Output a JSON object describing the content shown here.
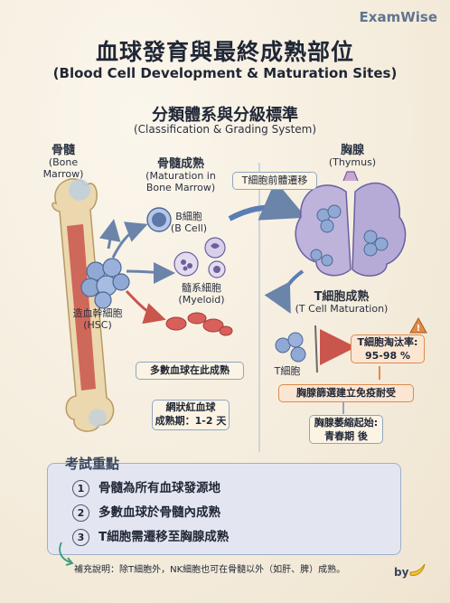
{
  "brand": "ExamWise",
  "title_zh": "血球發育與最終成熟部位",
  "title_en": "(Blood Cell Development & Maturation Sites)",
  "subtitle_zh": "分類體系與分級標準",
  "subtitle_en": "(Classification & Grading System)",
  "bone_marrow": {
    "zh": "骨髓",
    "en": "(Bone Marrow)"
  },
  "maturation_bm": {
    "zh": "骨髓成熟",
    "en1": "(Maturation in",
    "en2": "Bone Marrow)"
  },
  "thymus": {
    "zh": "胸腺",
    "en": "(Thymus)"
  },
  "b_cell": {
    "zh": "B細胞",
    "en": "(B Cell)"
  },
  "myeloid": {
    "zh": "髓系細胞",
    "en": "(Myeloid)"
  },
  "hsc": {
    "zh": "造血幹細胞",
    "en": "(HSC)"
  },
  "t_precursor_migration": "T細胞前體遷移",
  "t_maturation": {
    "zh": "T細胞成熟",
    "en": "(T Cell Maturation)"
  },
  "t_cell": "T細胞",
  "elimination": {
    "label": "T細胞淘汰率:",
    "value": "95-98 %"
  },
  "box_most_mature": "多數血球在此成熟",
  "box_reticulocyte": {
    "line1": "網狀紅血球",
    "line2": "成熟期：1-2 天"
  },
  "box_tolerance": "胸腺篩選建立免疫耐受",
  "box_atrophy": {
    "line1": "胸腺萎縮起始:",
    "line2": "青春期 後"
  },
  "exam": {
    "title": "考試重點",
    "items": [
      {
        "num": "1",
        "text": "骨髓為所有血球發源地"
      },
      {
        "num": "2",
        "text": "多數血球於骨髓內成熟"
      },
      {
        "num": "3",
        "text": "T細胞需遷移至胸腺成熟"
      }
    ]
  },
  "note": "補充說明：除T細胞外，NK細胞也可在骨髓以外（如肝、脾）成熟。",
  "by": "by",
  "colors": {
    "accent": "#5f7590",
    "orange": "#e08a4a",
    "bone": "#e6cfa0",
    "marrow": "#c9554c",
    "thymus": "#9a8fc0",
    "exam_bg": "#e3e6f1"
  }
}
